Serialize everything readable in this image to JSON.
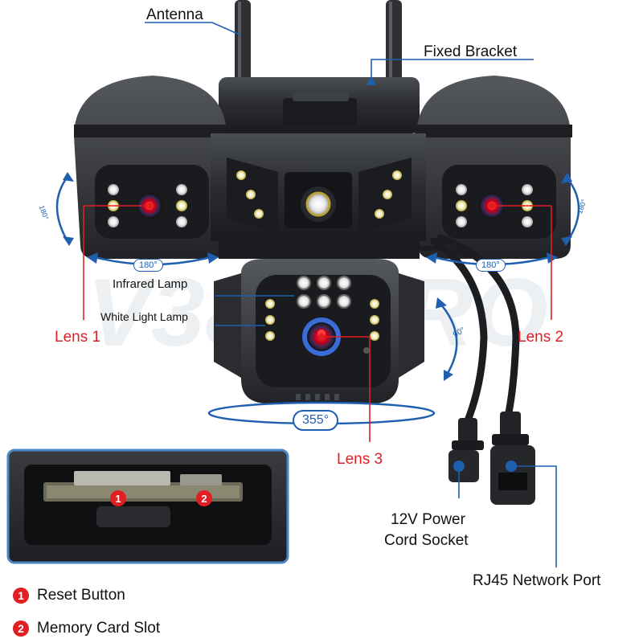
{
  "watermark": "V380 PRO",
  "labels": {
    "antenna": "Antenna",
    "fixed_bracket": "Fixed Bracket",
    "infrared_lamp": "Infrared Lamp",
    "white_light_lamp": "White Light Lamp",
    "lens_1": "Lens 1",
    "lens_2": "Lens 2",
    "lens_3": "Lens 3",
    "power_socket_line1": "12V Power",
    "power_socket_line2": "Cord Socket",
    "rj45_port": "RJ45 Network Port"
  },
  "rotation": {
    "lens1_vertical": "180°",
    "lens1_horizontal": "180°",
    "lens2_vertical": "180°",
    "lens2_horizontal": "180°",
    "lens3_vertical": "90°",
    "lens3_horizontal": "355°"
  },
  "inset_markers": {
    "marker_1": "1",
    "marker_2": "2"
  },
  "legend": [
    {
      "num": "1",
      "text": "Reset Button"
    },
    {
      "num": "2",
      "text": "Memory Card Slot"
    }
  ],
  "colors": {
    "accent_blue": "#1f5fb0",
    "callout_red": "#e01e23",
    "camera_body": "#2b2d30",
    "inset_border": "#4a86c5"
  }
}
